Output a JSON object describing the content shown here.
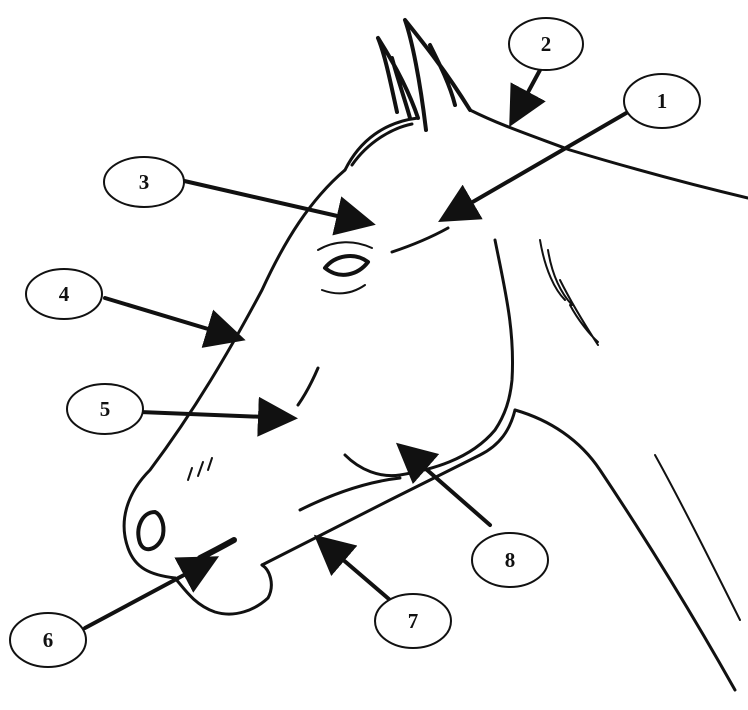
{
  "diagram": {
    "callouts": [
      {
        "label": "1"
      },
      {
        "label": "2"
      },
      {
        "label": "3"
      },
      {
        "label": "4"
      },
      {
        "label": "5"
      },
      {
        "label": "6"
      },
      {
        "label": "7"
      },
      {
        "label": "8"
      }
    ],
    "colors": {
      "ink": "#111111",
      "background": "#ffffff"
    }
  }
}
